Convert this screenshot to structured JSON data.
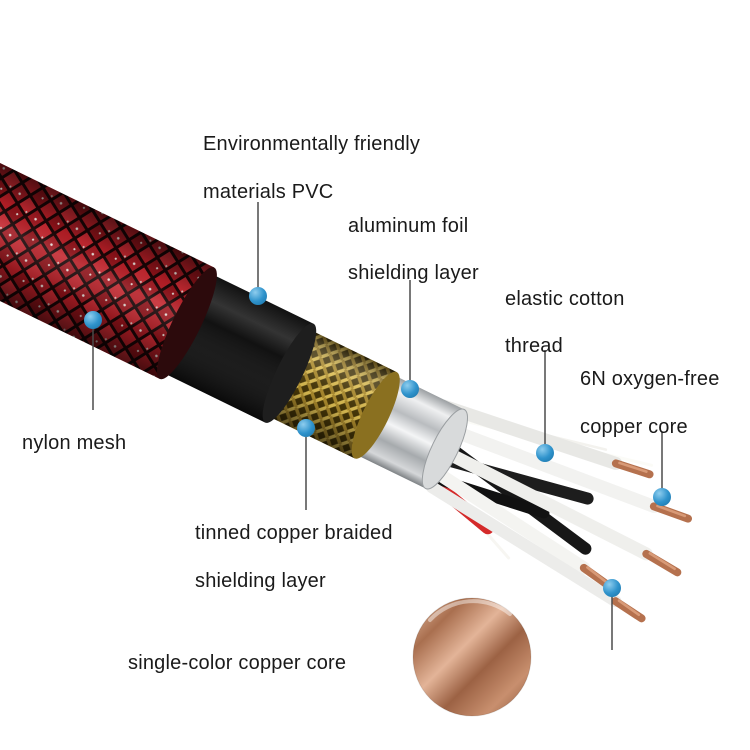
{
  "diagram": {
    "subject": "cable-cutaway-layers",
    "labels": {
      "pvc": {
        "line1": "Environmentally friendly",
        "line2": "materials PVC"
      },
      "aluminum": {
        "line1": "aluminum foil",
        "line2": "shielding layer"
      },
      "cotton": {
        "line1": "elastic cotton",
        "line2": "thread"
      },
      "oxygen_free": {
        "line1": "6N oxygen-free",
        "line2": "copper core"
      },
      "nylon": {
        "line1": "nylon mesh"
      },
      "tinned": {
        "line1": "tinned copper braided",
        "line2": "shielding layer"
      },
      "single_core": {
        "line1": "single-color copper core"
      }
    },
    "colors": {
      "background": "#ffffff",
      "text": "#1a1a1a",
      "callout_line": "#4a4a4a",
      "callout_dot": "#2f93cc",
      "mesh_red": "#b61e26",
      "pvc_black": "#0d0d0d",
      "braid_gold": "#d7b84e",
      "foil_silver": "#c6c9cc",
      "wire_white": "#f2f2f0",
      "wire_red": "#d42a2a",
      "copper": "#b5714e"
    }
  }
}
